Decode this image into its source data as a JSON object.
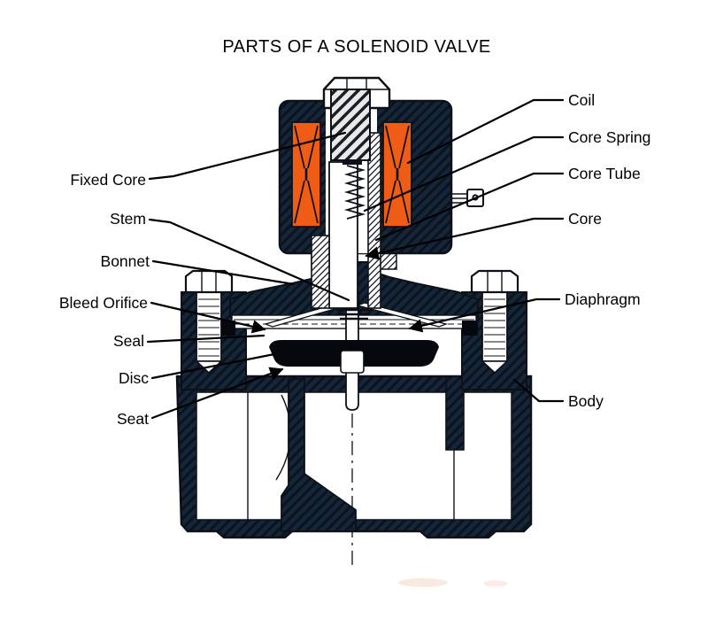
{
  "title": "PARTS OF A SOLENOID VALVE",
  "labels_left": [
    "Fixed Core",
    "Stem",
    "Bonnet",
    "Bleed Orifice",
    "Seal",
    "Disc",
    "Seat"
  ],
  "labels_right": [
    "Coil",
    "Core Spring",
    "Core Tube",
    "Core",
    "Diaphragm",
    "Body"
  ],
  "colors": {
    "coil_winding_orange": "#ee5c15",
    "housing_navy": "#16263a",
    "outline_black": "#0d1117",
    "background_white": "#ffffff"
  }
}
